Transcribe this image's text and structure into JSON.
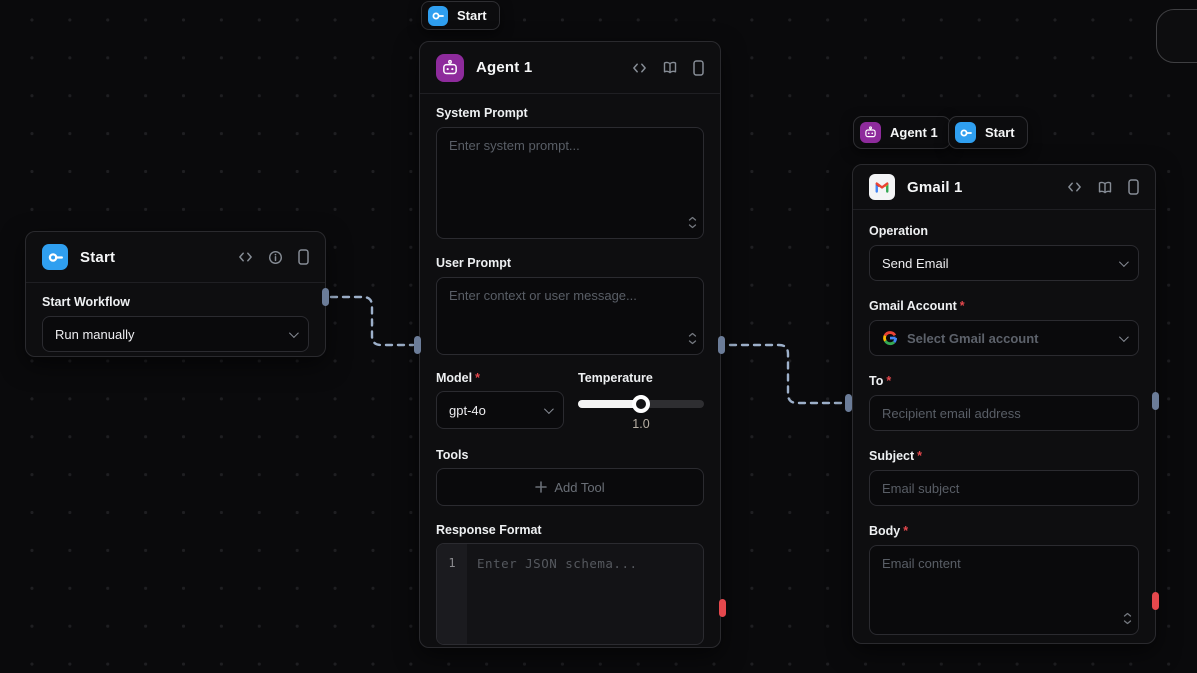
{
  "ui": {
    "required_mark": "*"
  },
  "colors": {
    "handle": "#6b7c98",
    "error_handle": "#e5484d",
    "start_blue": "#2f9ff0",
    "agent_purple": "#8e2b9c",
    "required": "#e5484d",
    "connection_dash": "#9db0ca"
  },
  "top_tag": {
    "label": "Start"
  },
  "mini_tags": {
    "agent_label": "Agent 1",
    "start_label": "Start"
  },
  "nodes": {
    "start": {
      "title": "Start",
      "workflow_label": "Start Workflow",
      "workflow_value": "Run manually"
    },
    "agent": {
      "title": "Agent 1",
      "system_prompt_label": "System Prompt",
      "system_prompt_placeholder": "Enter system prompt...",
      "user_prompt_label": "User Prompt",
      "user_prompt_placeholder": "Enter context or user message...",
      "model_label": "Model",
      "model_value": "gpt-4o",
      "temperature_label": "Temperature",
      "temperature_value": "1.0",
      "tools_label": "Tools",
      "add_tool_label": "Add Tool",
      "response_format_label": "Response Format",
      "response_format_line_number": "1",
      "response_format_placeholder": "Enter JSON schema..."
    },
    "gmail": {
      "title": "Gmail 1",
      "operation_label": "Operation",
      "operation_value": "Send Email",
      "account_label": "Gmail Account",
      "account_placeholder": "Select Gmail account",
      "to_label": "To",
      "to_placeholder": "Recipient email address",
      "subject_label": "Subject",
      "subject_placeholder": "Email subject",
      "body_label": "Body",
      "body_placeholder": "Email content"
    }
  }
}
